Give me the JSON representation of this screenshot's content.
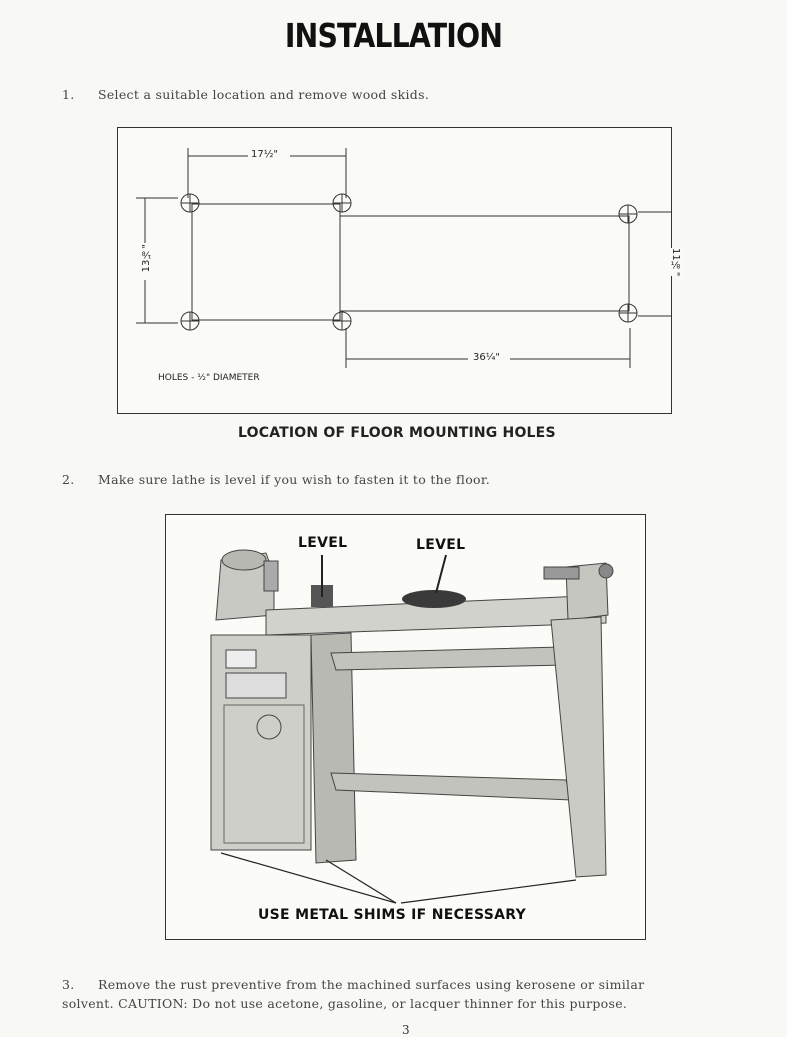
{
  "title": "INSTALLATION",
  "steps": [
    {
      "num": "1.",
      "text": "Select a suitable location and remove wood skids."
    },
    {
      "num": "2.",
      "text": "Make sure lathe is level if you wish to fasten it to the floor."
    },
    {
      "num": "3.",
      "text_line1": "Remove the rust preventive from the machined surfaces using kerosene or similar",
      "text_line2": "solvent.  CAUTION:  Do not use acetone, gasoline, or lacquer thinner for this purpose."
    }
  ],
  "figure1": {
    "caption": "LOCATION OF FLOOR MOUNTING HOLES",
    "dim_top": "17½\"",
    "dim_bottom": "36¼\"",
    "dim_left": "13⅛\"",
    "dim_right": "11⅛\"",
    "holes_label": "HOLES - ½\" DIAMETER"
  },
  "figure2": {
    "label_level_1": "LEVEL",
    "label_level_2": "LEVEL",
    "caption": "USE METAL SHIMS IF NECESSARY"
  },
  "page_number": "3"
}
